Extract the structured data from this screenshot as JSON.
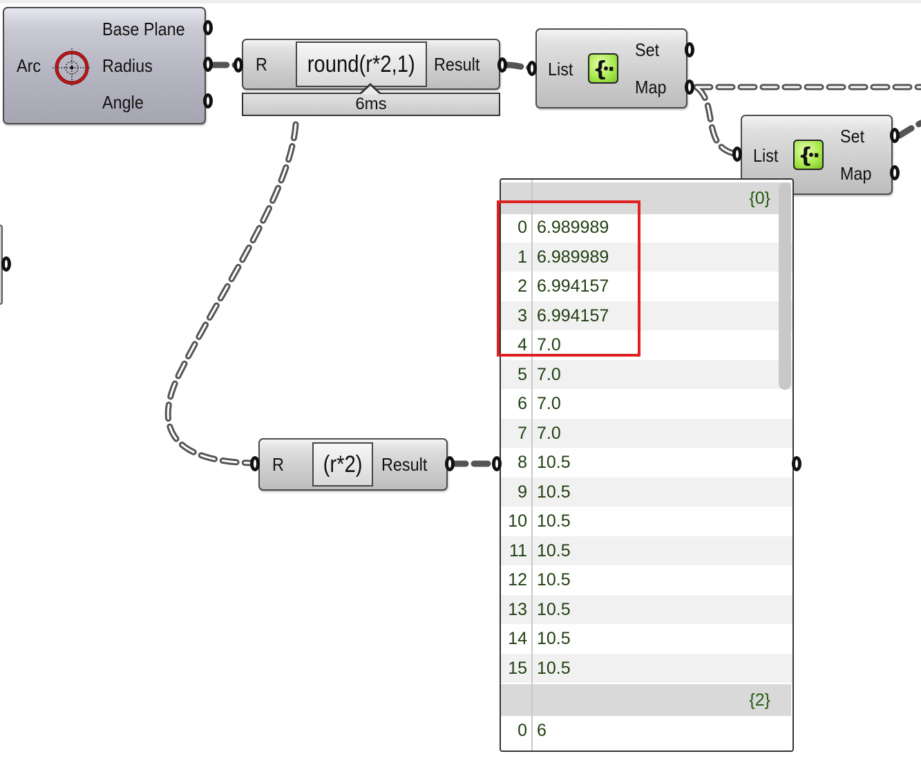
{
  "arc_component": {
    "name": "Arc",
    "outputs": [
      "Base Plane",
      "Radius",
      "Angle"
    ]
  },
  "expr_round": {
    "input": "R",
    "expression": "round(r*2,1)",
    "output": "Result",
    "timer": "6ms"
  },
  "expr_simple": {
    "input": "R",
    "expression": "(r*2)",
    "output": "Result"
  },
  "list_set_1": {
    "input": "List",
    "outputs": [
      "Set",
      "Map"
    ]
  },
  "list_set_2": {
    "input": "List",
    "outputs": [
      "Set",
      "Map"
    ]
  },
  "panel": {
    "branches": [
      {
        "path": "{0}",
        "items": [
          {
            "i": "0",
            "v": "6.989989"
          },
          {
            "i": "1",
            "v": "6.989989"
          },
          {
            "i": "2",
            "v": "6.994157"
          },
          {
            "i": "3",
            "v": "6.994157"
          },
          {
            "i": "4",
            "v": "7.0"
          },
          {
            "i": "5",
            "v": "7.0"
          },
          {
            "i": "6",
            "v": "7.0"
          },
          {
            "i": "7",
            "v": "7.0"
          },
          {
            "i": "8",
            "v": "10.5"
          },
          {
            "i": "9",
            "v": "10.5"
          },
          {
            "i": "10",
            "v": "10.5"
          },
          {
            "i": "11",
            "v": "10.5"
          },
          {
            "i": "12",
            "v": "10.5"
          },
          {
            "i": "13",
            "v": "10.5"
          },
          {
            "i": "14",
            "v": "10.5"
          },
          {
            "i": "15",
            "v": "10.5"
          }
        ]
      },
      {
        "path": "{2}",
        "items": [
          {
            "i": "0",
            "v": "6"
          }
        ]
      }
    ]
  },
  "colors": {
    "highlight": "#e02020",
    "panel_text": "#1f3e10",
    "list_icon": "#a6e84a"
  }
}
